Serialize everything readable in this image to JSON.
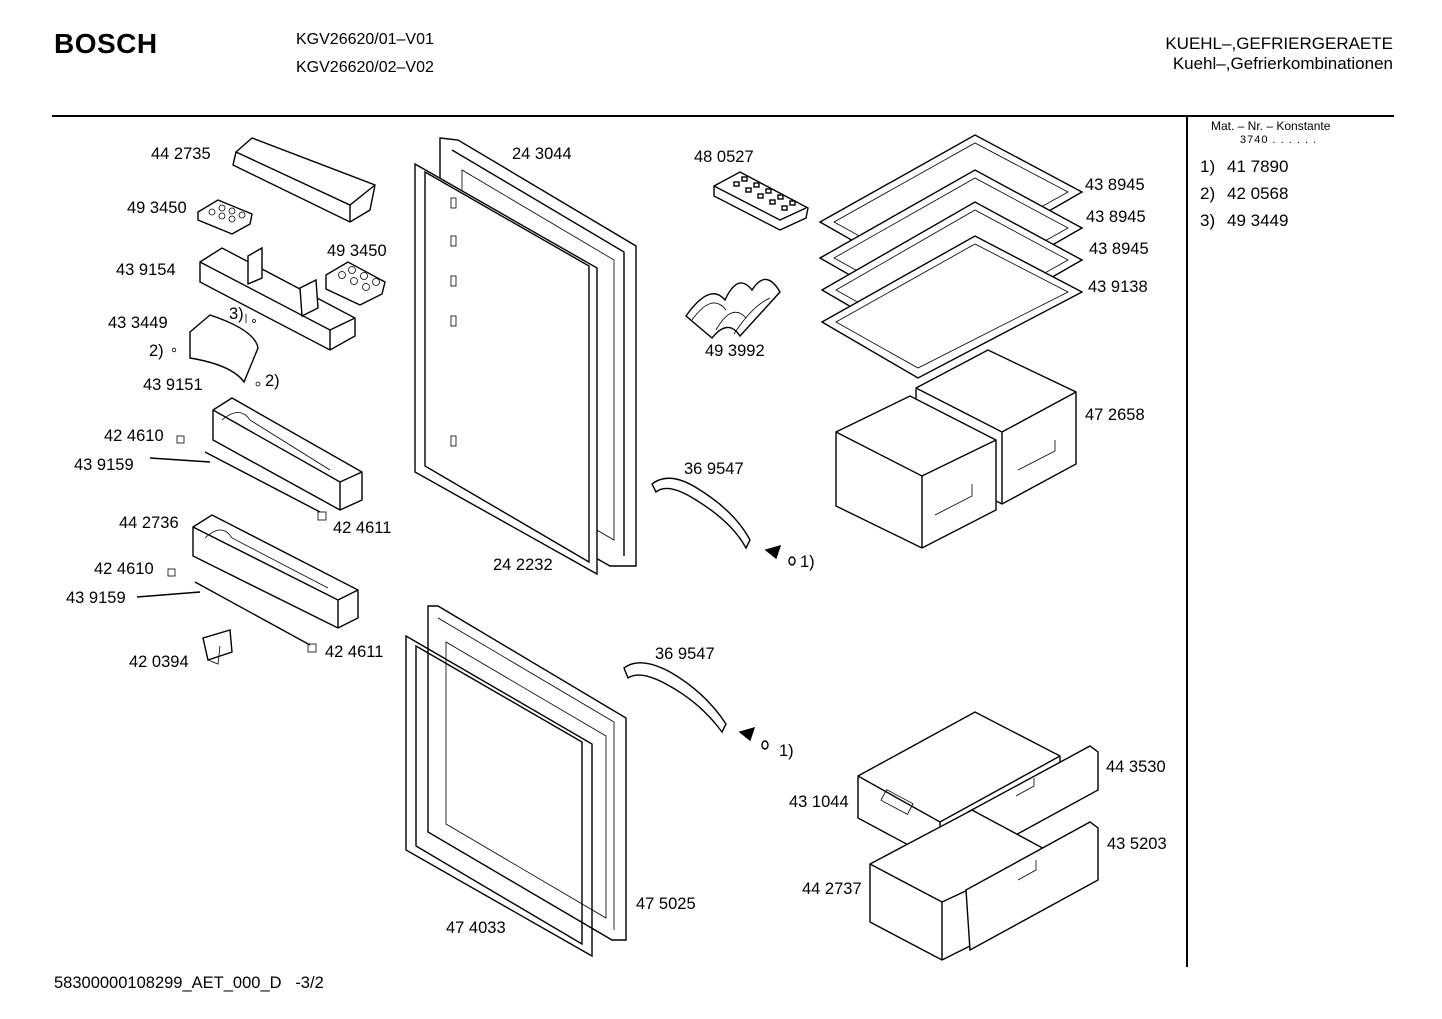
{
  "header": {
    "brand": "BOSCH",
    "model_1": "KGV26620/01–V01",
    "model_2": "KGV26620/02–V02",
    "category_1": "KUEHL–,GEFRIERGERAETE",
    "category_2": "Kuehl–,Gefrierkombinationen"
  },
  "side_panel": {
    "heading": "Mat. – Nr. – Konstante",
    "konstante": "3740 . .  . . . .",
    "notes": [
      {
        "index": "1)",
        "part": "41 7890"
      },
      {
        "index": "2)",
        "part": "42 0568"
      },
      {
        "index": "3)",
        "part": "49 3449"
      }
    ]
  },
  "parts": {
    "p_442735": "44 2735",
    "p_493450_a": "49 3450",
    "p_439154": "43 9154",
    "p_493450_b": "49 3450",
    "p_433449": "43 3449",
    "note_3": "3)",
    "note_2_a": "2)",
    "note_2_b": "2)",
    "p_439151": "43 9151",
    "p_424610_a": "42 4610",
    "p_439159_a": "43 9159",
    "p_424611_a": "42 4611",
    "p_442736": "44 2736",
    "p_424610_b": "42 4610",
    "p_439159_b": "43 9159",
    "p_424611_b": "42 4611",
    "p_420394": "42 0394",
    "p_243044": "24 3044",
    "p_242232": "24 2232",
    "p_480527": "48 0527",
    "p_493992": "49 3992",
    "p_369547_a": "36 9547",
    "note_1_a": "1)",
    "p_438945_a": "43 8945",
    "p_438945_b": "43 8945",
    "p_438945_c": "43 8945",
    "p_439138": "43 9138",
    "p_472658": "47 2658",
    "p_369547_b": "36 9547",
    "note_1_b": "1)",
    "p_475025": "47 5025",
    "p_474033": "47 4033",
    "p_443530": "44 3530",
    "p_431044": "43 1044",
    "p_435203": "43 5203",
    "p_442737": "44 2737"
  },
  "footer": {
    "doc_id": "58300000108299_AET_000_D",
    "page": "-3/2"
  }
}
